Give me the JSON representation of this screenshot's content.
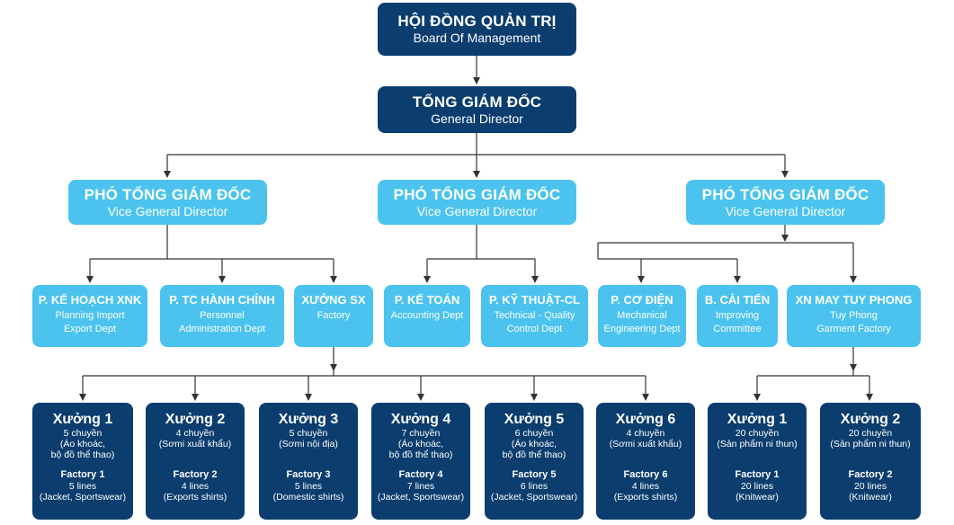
{
  "board": {
    "vi": "HỘI ĐỒNG QUẢN TRỊ",
    "en": "Board Of Management"
  },
  "gd": {
    "vi": "TỔNG GIÁM ĐỐC",
    "en": "General Director"
  },
  "vgds": [
    {
      "vi": "PHÓ TỔNG GIÁM ĐỐC",
      "en": "Vice General Director"
    },
    {
      "vi": "PHÓ TỔNG GIÁM ĐỐC",
      "en": "Vice General Director"
    },
    {
      "vi": "PHÓ TỔNG GIÁM ĐỐC",
      "en": "Vice General Director"
    }
  ],
  "depts": [
    {
      "vi": "P. KẾ HOẠCH XNK",
      "en1": "Planning Import",
      "en2": "Export Dept"
    },
    {
      "vi": "P. TC HÀNH CHÍNH",
      "en1": "Personnel",
      "en2": "Administration Dept"
    },
    {
      "vi": "XƯỞNG SX",
      "en1": "Factory",
      "en2": ""
    },
    {
      "vi": "P. KẾ TOÁN",
      "en1": "Accounting Dept",
      "en2": ""
    },
    {
      "vi": "P. KỸ THUẬT-CL",
      "en1": "Technical - Quality",
      "en2": "Control Dept"
    },
    {
      "vi": "P. CƠ ĐIỆN",
      "en1": "Mechanical",
      "en2": "Engineering Dept"
    },
    {
      "vi": "B. CẢI TIẾN",
      "en1": "Improving",
      "en2": "Committee"
    },
    {
      "vi": "XN MAY TUY PHONG",
      "en1": "Tuy Phong",
      "en2": "Garment Factory"
    }
  ],
  "factories": [
    {
      "name": "Xưởng 1",
      "lines": [
        "5 chuyền",
        "(Áo khoác,",
        "bộ đồ thể thao)"
      ],
      "en_name": "Factory 1",
      "en_lines": [
        "5 lines",
        "(Jacket, Sportswear)"
      ]
    },
    {
      "name": "Xưởng 2",
      "lines": [
        "4 chuyền",
        "(Sơmi xuất khẩu)"
      ],
      "en_name": "Factory 2",
      "en_lines": [
        "4 lines",
        "(Exports shirts)"
      ]
    },
    {
      "name": "Xưởng 3",
      "lines": [
        "5 chuyền",
        "(Sơmi nội địa)"
      ],
      "en_name": "Factory 3",
      "en_lines": [
        "5 lines",
        "(Domestic shirts)"
      ]
    },
    {
      "name": "Xưởng 4",
      "lines": [
        "7 chuyền",
        "(Áo khoác,",
        "bộ đồ thể thao)"
      ],
      "en_name": "Factory 4",
      "en_lines": [
        "7 lines",
        "(Jacket, Sportswear)"
      ]
    },
    {
      "name": "Xưởng 5",
      "lines": [
        "6 chuyền",
        "(Áo khoác,",
        "bộ đồ thể thao)"
      ],
      "en_name": "Factory 5",
      "en_lines": [
        "6 lines",
        "(Jacket, Sportswear)"
      ]
    },
    {
      "name": "Xưởng 6",
      "lines": [
        "4 chuyền",
        "(Sơmi xuất khẩu)"
      ],
      "en_name": "Factory 6",
      "en_lines": [
        "4 lines",
        "(Exports shirts)"
      ]
    },
    {
      "name": "Xưởng 1",
      "lines": [
        "20 chuyền",
        "(Sản phẩm ni thun)"
      ],
      "en_name": "Factory 1",
      "en_lines": [
        "20 lines",
        "(Knitwear)"
      ]
    },
    {
      "name": "Xưởng 2",
      "lines": [
        "20 chuyền",
        "(Sản phẩm ni thun)"
      ],
      "en_name": "Factory 2",
      "en_lines": [
        "20 lines",
        "(Knitwear)"
      ]
    }
  ]
}
